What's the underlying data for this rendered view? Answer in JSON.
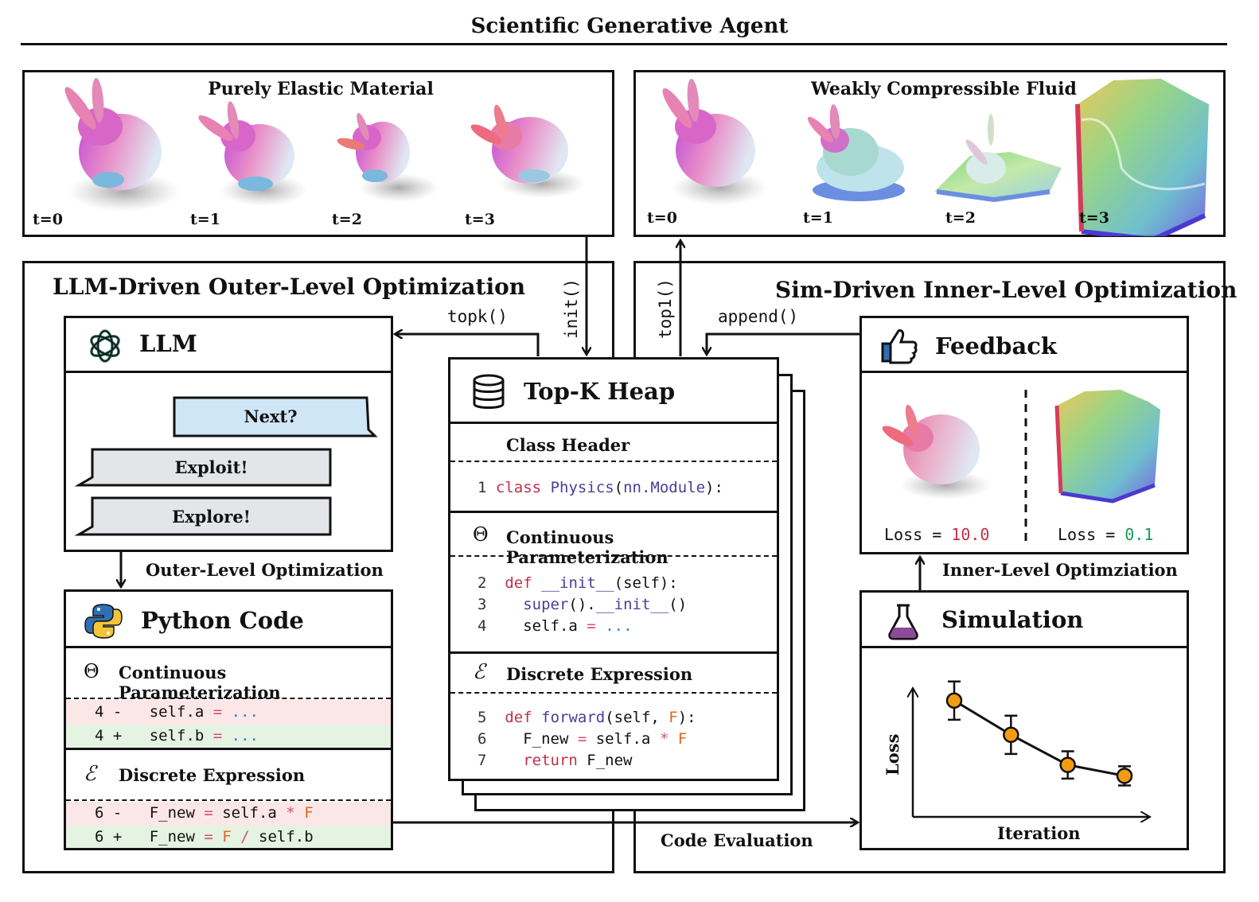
{
  "title": "Scientific Generative Agent",
  "panels": {
    "elastic": {
      "title": "Purely Elastic Material",
      "labels": [
        "t=0",
        "t=1",
        "t=2",
        "t=3"
      ]
    },
    "fluid": {
      "title": "Weakly Compressible Fluid",
      "labels": [
        "t=0",
        "t=1",
        "t=2",
        "t=3"
      ]
    }
  },
  "outer": {
    "title": "LLM-Driven Outer-Level Optimization",
    "llm": {
      "title": "LLM",
      "bubbles": [
        "Next?",
        "Exploit!",
        "Explore!"
      ]
    },
    "arrow_label": "Outer-Level Optimization",
    "python": {
      "title": "Python Code",
      "param_title": "Continuous Parameterization",
      "param_lines": [
        {
          "num": "4",
          "sign": "-",
          "pre": "self.a ",
          "op": "=",
          "post": " ..."
        },
        {
          "num": "4",
          "sign": "+",
          "pre": "self.b ",
          "op": "=",
          "post": " ..."
        }
      ],
      "disc_title": "Discrete Expression",
      "disc_lines": [
        {
          "num": "6",
          "sign": "-",
          "a": "F_new ",
          "op1": "=",
          "b": " self.a ",
          "op2": "*",
          "c": " F"
        },
        {
          "num": "6",
          "sign": "+",
          "a": "F_new ",
          "op1": "=",
          "b": " F ",
          "op2": "/",
          "c": " self.b"
        }
      ]
    }
  },
  "inner": {
    "title": "Sim-Driven Inner-Level Optimization",
    "feedback": {
      "title": "Feedback",
      "loss_label": "Loss =",
      "loss_left": "10.0",
      "loss_right": "0.1"
    },
    "arrow_label": "Inner-Level Optimziation",
    "simulation": {
      "title": "Simulation",
      "xlabel": "Iteration",
      "ylabel": "Loss"
    }
  },
  "heap": {
    "title": "Top-K Heap",
    "class_header": "Class Header",
    "class_line": {
      "num": "1",
      "kw": "class",
      "name": "Physics",
      "arg": "nn.Module",
      "end": "):"
    },
    "param_title": "Continuous Parameterization",
    "param_lines": [
      "2",
      "3",
      "4"
    ],
    "disc_title": "Discrete Expression",
    "disc_lines": [
      "5",
      "6",
      "7"
    ]
  },
  "flow_labels": {
    "topk": "topk()",
    "init": "init()",
    "top1": "top1()",
    "append": "append()",
    "code_eval": "Code Evaluation"
  },
  "chart_data": {
    "type": "line",
    "title": "",
    "xlabel": "Iteration",
    "ylabel": "Loss",
    "x": [
      1,
      2,
      3,
      4
    ],
    "series": [
      {
        "values": [
          0.85,
          0.6,
          0.38,
          0.3
        ],
        "error": [
          0.14,
          0.14,
          0.1,
          0.07
        ]
      }
    ],
    "ylim": [
      0,
      1
    ],
    "grid": false,
    "color": "#f39c12"
  },
  "colors": {
    "bubble_blue": "#cfe6f7",
    "bubble_gray": "#e4e5e8",
    "diff_red": "#fbe7e7",
    "diff_green": "#e5f3e3"
  }
}
